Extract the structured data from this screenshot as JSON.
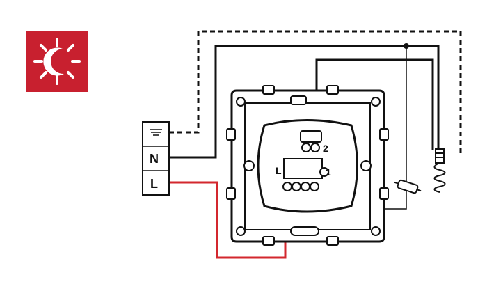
{
  "icon": {
    "name": "day-night-icon",
    "bg_color": "#c8202f",
    "fg_color": "#ffffff"
  },
  "terminal_block": {
    "labels": [
      "N",
      "L"
    ]
  },
  "switch": {
    "terminal_labels": {
      "common": "L",
      "out1": "1",
      "out2": "2"
    }
  },
  "colors": {
    "phase_wire": "#d3272e",
    "neutral_wire": "#111111",
    "earth_wire_dashed": "#111111"
  }
}
